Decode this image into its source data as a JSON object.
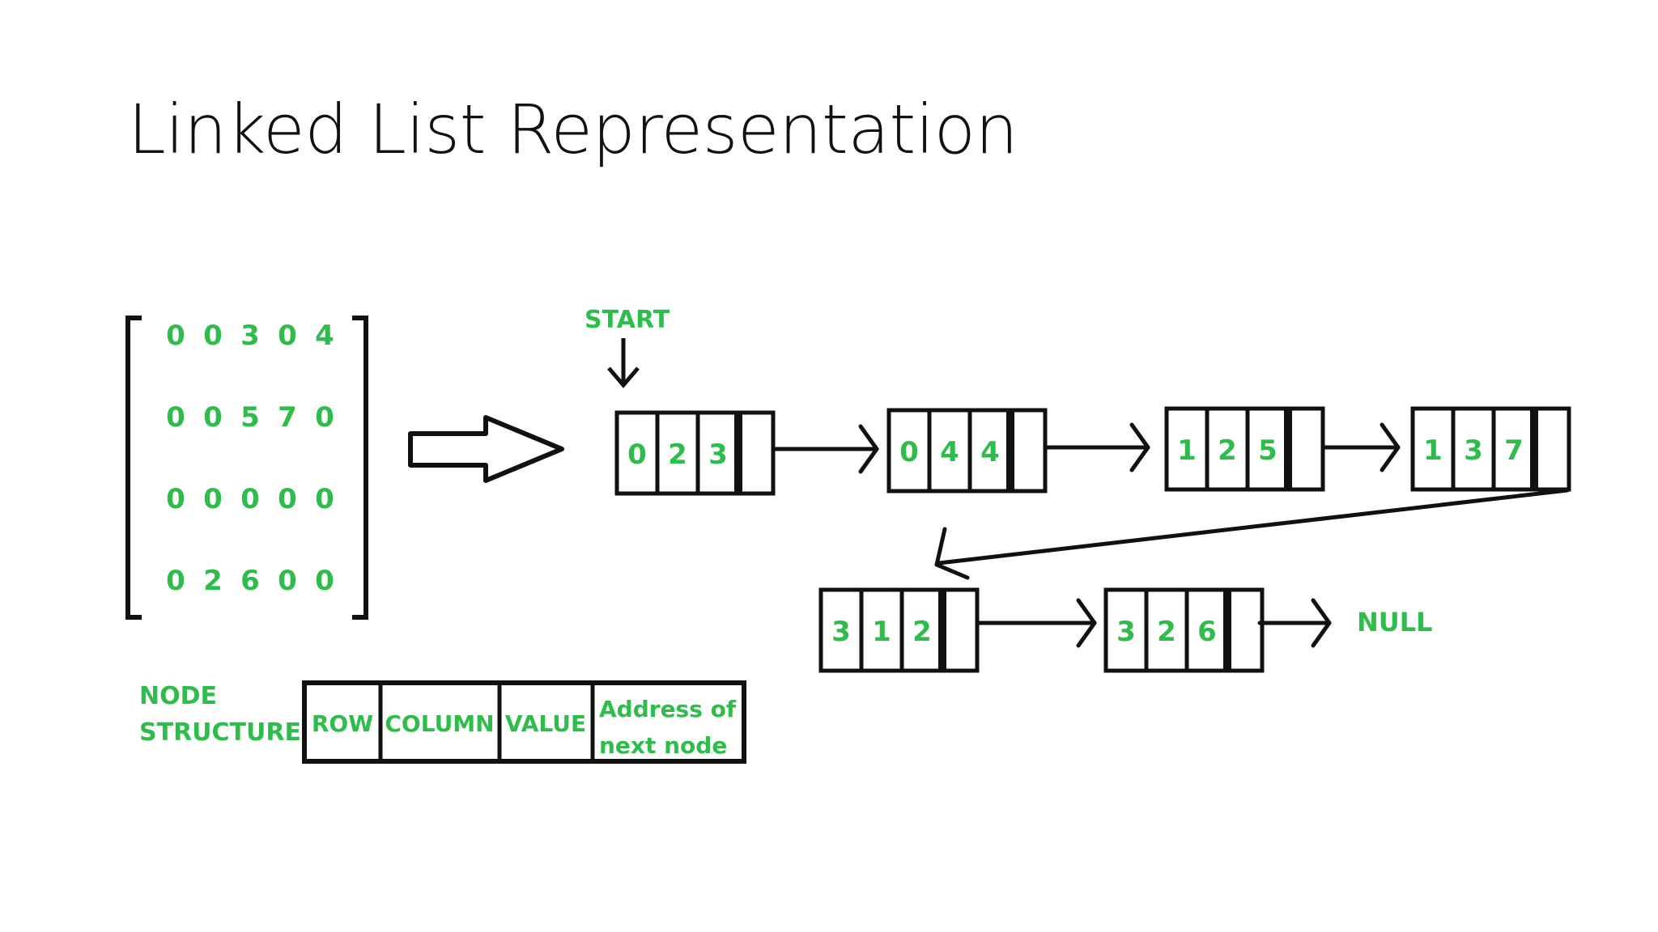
{
  "title": "Linked List Representation",
  "colors": {
    "text_green": "#2ebd4a",
    "line": "#000000",
    "background": "#ffffff"
  },
  "matrix": [
    [
      0,
      0,
      3,
      0,
      4
    ],
    [
      0,
      0,
      5,
      7,
      0
    ],
    [
      0,
      0,
      0,
      0,
      0
    ],
    [
      0,
      2,
      6,
      0,
      0
    ]
  ],
  "start_label": "START",
  "null_label": "NULL",
  "nodes": [
    {
      "row": 0,
      "column": 2,
      "value": 3
    },
    {
      "row": 0,
      "column": 4,
      "value": 4
    },
    {
      "row": 1,
      "column": 2,
      "value": 5
    },
    {
      "row": 1,
      "column": 3,
      "value": 7
    },
    {
      "row": 3,
      "column": 1,
      "value": 2
    },
    {
      "row": 3,
      "column": 2,
      "value": 6
    }
  ],
  "node_structure": {
    "label_line1": "NODE",
    "label_line2": "STRUCTURE",
    "fields": {
      "row": "ROW",
      "column": "COLUMN",
      "value": "VALUE",
      "address_line1": "Address of",
      "address_line2": "next node"
    }
  }
}
